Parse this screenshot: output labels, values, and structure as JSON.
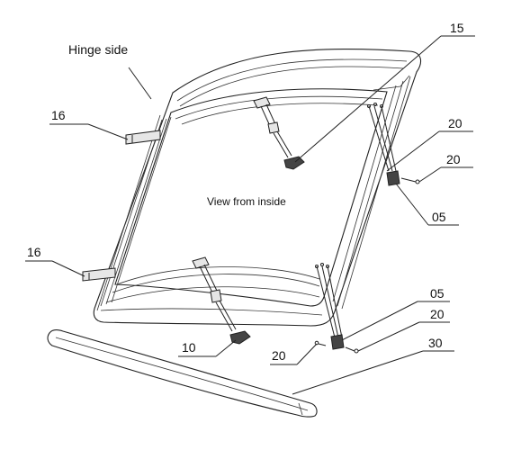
{
  "labels": {
    "hinge_side": "Hinge side",
    "view_inside": "View from inside",
    "c15": "15",
    "c20_a": "20",
    "c20_b": "20",
    "c05_a": "05",
    "c16_a": "16",
    "c16_b": "16",
    "c05_b": "05",
    "c20_c": "20",
    "c10": "10",
    "c20_d": "20",
    "c30": "30"
  }
}
